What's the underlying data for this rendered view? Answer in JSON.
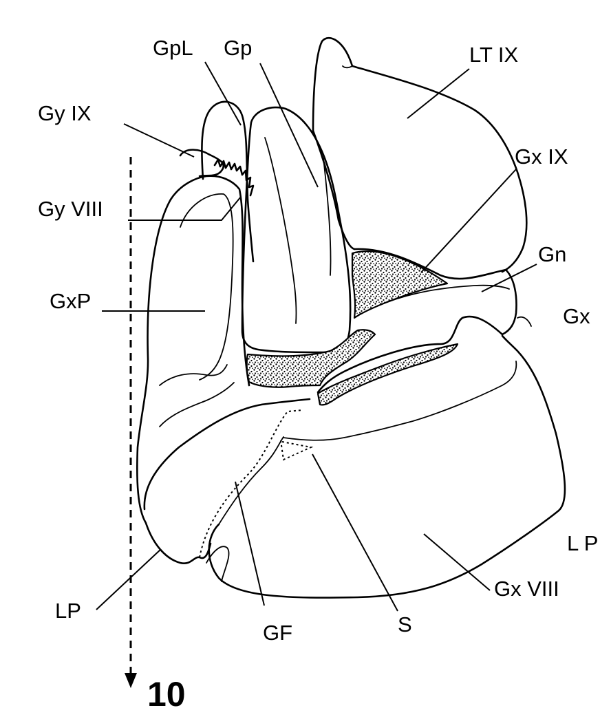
{
  "figure": {
    "number": "10",
    "labels": {
      "gpl": "GpL",
      "gp": "Gp",
      "lt_ix": "LT IX",
      "gy_ix": "Gy IX",
      "gx_ix": "Gx IX",
      "gy_viii": "Gy VIII",
      "gn": "Gn",
      "gxp": "GxP",
      "gx": "Gx",
      "lp_right": "L P",
      "gx_viii": "Gx VIII",
      "lp_left": "LP",
      "gf": "GF",
      "s": "S"
    }
  }
}
